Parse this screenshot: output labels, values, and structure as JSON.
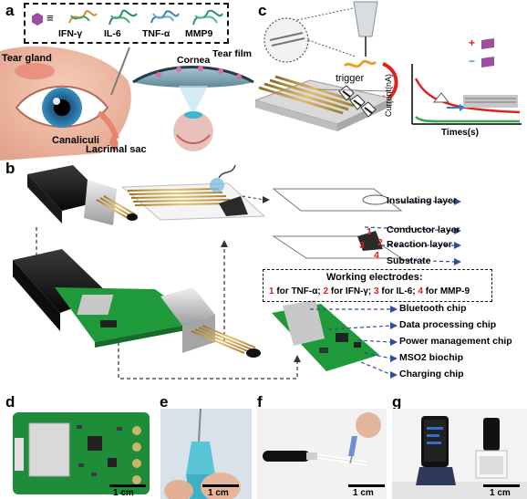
{
  "panels": {
    "a": "a",
    "b": "b",
    "c": "c",
    "d": "d",
    "e": "e",
    "f": "f",
    "g": "g"
  },
  "panel_a": {
    "legend": {
      "symbol": "≡",
      "items": [
        "IFN-γ",
        "IL-6",
        "TNF-α",
        "MMP9"
      ]
    },
    "labels": {
      "tear_gland": "Tear gland",
      "cornea": "Cornea",
      "tear_film": "Tear film",
      "canaliculi": "Canaliculi",
      "lacrimal_sac": "Lacrimal sac"
    }
  },
  "panel_c": {
    "trigger": "trigger",
    "plot": {
      "ylabel": "Current(nA)",
      "xlabel": "Times(s)",
      "legend_plus": "+",
      "legend_minus": "−"
    }
  },
  "panel_b": {
    "layers": [
      "Insulating layer",
      "Conductor layer",
      "Reaction layer",
      "Substrate"
    ],
    "electrode_numbers": [
      "1",
      "2",
      "3",
      "4"
    ],
    "working_electrodes_title": "Working electrodes:",
    "working_electrodes": [
      {
        "num": "1",
        "text": " for TNF-α; "
      },
      {
        "num": "2",
        "text": " for IFN-γ; "
      },
      {
        "num": "3",
        "text": " for IL-6; "
      },
      {
        "num": "4",
        "text": " for MMP-9"
      }
    ],
    "chips": [
      "Bluetooth chip",
      "Data processing chip",
      "Power management chip",
      "MSO2 biochip",
      "Charging chip"
    ]
  },
  "scalebars": {
    "d": "1 cm",
    "e": "1 cm",
    "f": "1 cm",
    "g": "1 cm"
  },
  "colors": {
    "pcb_green": "#1f9a3a",
    "blue_accent": "#2b4fa0",
    "red_accent": "#e0201a",
    "gold": "#c9a24a"
  }
}
